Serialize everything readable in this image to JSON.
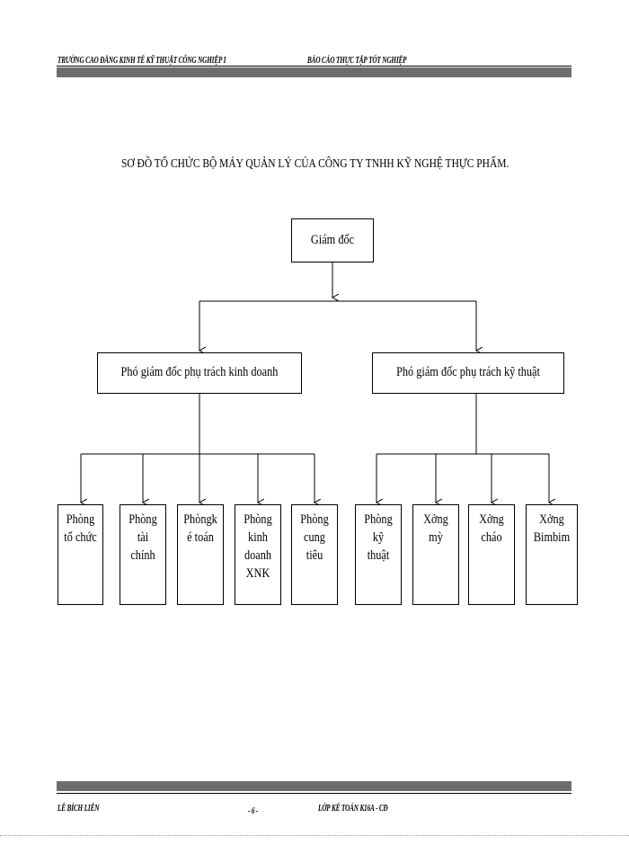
{
  "header": {
    "school": "TRƯỜNG   CAO ĐẲNG KINH TẾ KỸ THUẬT CÔNG NGHIỆP I",
    "report": "BÁO CÁO THỰC TẬP TỐT NGHIỆP"
  },
  "title": "SƠ ĐỒ TỔ CHỨC BỘ MÁY QUẢN LÝ CỦA CÔNG TY TNHH KỸ NGHỆ THỰC PHẨM.",
  "org": {
    "director": "Giám đốc",
    "vice_business": "Phó giám đốc phụ trách kinh doanh",
    "vice_technical": "Phó giám đốc phụ trách kỹ thuật",
    "business_depts": [
      "Phòng\ntổ chức",
      "Phòng\ntài\nchính",
      "Phòngk\né toán",
      "Phòng\nkinh\ndoanh\nXNK",
      "Phòng\ncung\ntiêu"
    ],
    "technical_depts": [
      "Phòng\nkỹ\nthuật",
      "Xởng\nmỳ",
      "Xởng\ncháo",
      "Xởng\nBimbim"
    ]
  },
  "footer": {
    "author": "LÊ BÍCH LIÊN",
    "page": "- 6 -",
    "class": "LỚP KẾ TOÁN K16A - CĐ"
  }
}
